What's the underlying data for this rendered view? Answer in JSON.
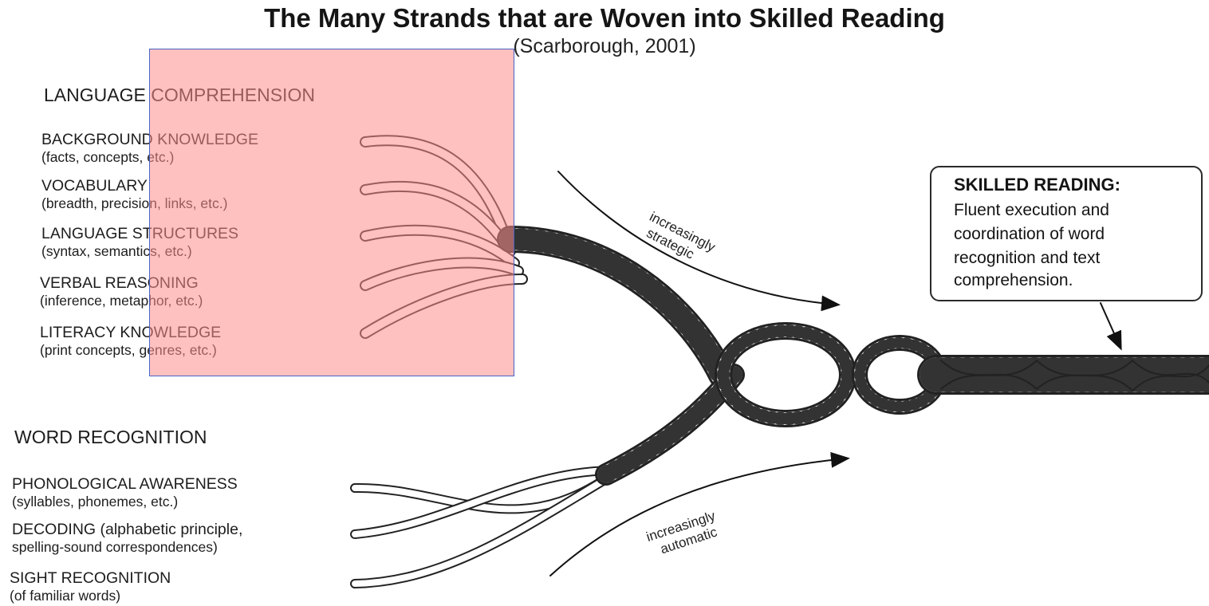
{
  "title": "The Many Strands that are Woven into Skilled Reading",
  "subtitle": "(Scarborough, 2001)",
  "language_comprehension": {
    "heading": "LANGUAGE COMPREHENSION",
    "items": [
      {
        "label": "BACKGROUND KNOWLEDGE",
        "detail": "(facts, concepts, etc.)"
      },
      {
        "label": "VOCABULARY",
        "detail": "(breadth, precision, links, etc.)"
      },
      {
        "label": "LANGUAGE STRUCTURES",
        "detail": "(syntax, semantics, etc.)"
      },
      {
        "label": "VERBAL REASONING",
        "detail": "(inference, metaphor, etc.)"
      },
      {
        "label": "LITERACY KNOWLEDGE",
        "detail": "(print concepts, genres, etc.)"
      }
    ]
  },
  "word_recognition": {
    "heading": "WORD RECOGNITION",
    "items": [
      {
        "label": "PHONOLOGICAL AWARENESS",
        "detail": "(syllables, phonemes, etc.)"
      },
      {
        "label": "DECODING (alphabetic principle,",
        "detail": "spelling-sound correspondences)"
      },
      {
        "label": "SIGHT RECOGNITION",
        "detail": "(of familiar words)"
      }
    ]
  },
  "arrows": {
    "strategic": {
      "line1": "increasingly",
      "line2": "strategic"
    },
    "automatic": {
      "line1": "increasingly",
      "line2": "automatic"
    }
  },
  "callout": {
    "title": "SKILLED READING:",
    "lines": [
      "Fluent execution and",
      "coordination of word",
      "recognition and text",
      "comprehension."
    ]
  },
  "colors": {
    "overlay": "#ff8c8c",
    "overlay_border": "#4a64c8",
    "ink": "#1d1d1d"
  }
}
